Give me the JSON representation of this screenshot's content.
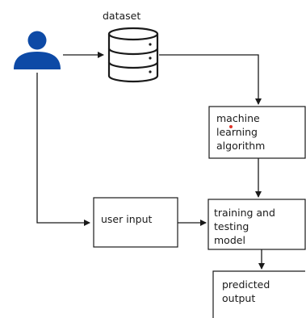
{
  "labels": {
    "dataset": "dataset",
    "ml_algorithm": "machine\nlearning\nalgorithm",
    "user_input": "user input",
    "training_testing": "training and\ntesting\nmodel",
    "predicted_output": "predicted\noutput"
  },
  "icons": {
    "user": "user-icon",
    "database": "database-icon"
  },
  "colors": {
    "user_icon": "#0d4aa6",
    "stroke": "#1a1a1a",
    "dot": "#e0352b"
  }
}
